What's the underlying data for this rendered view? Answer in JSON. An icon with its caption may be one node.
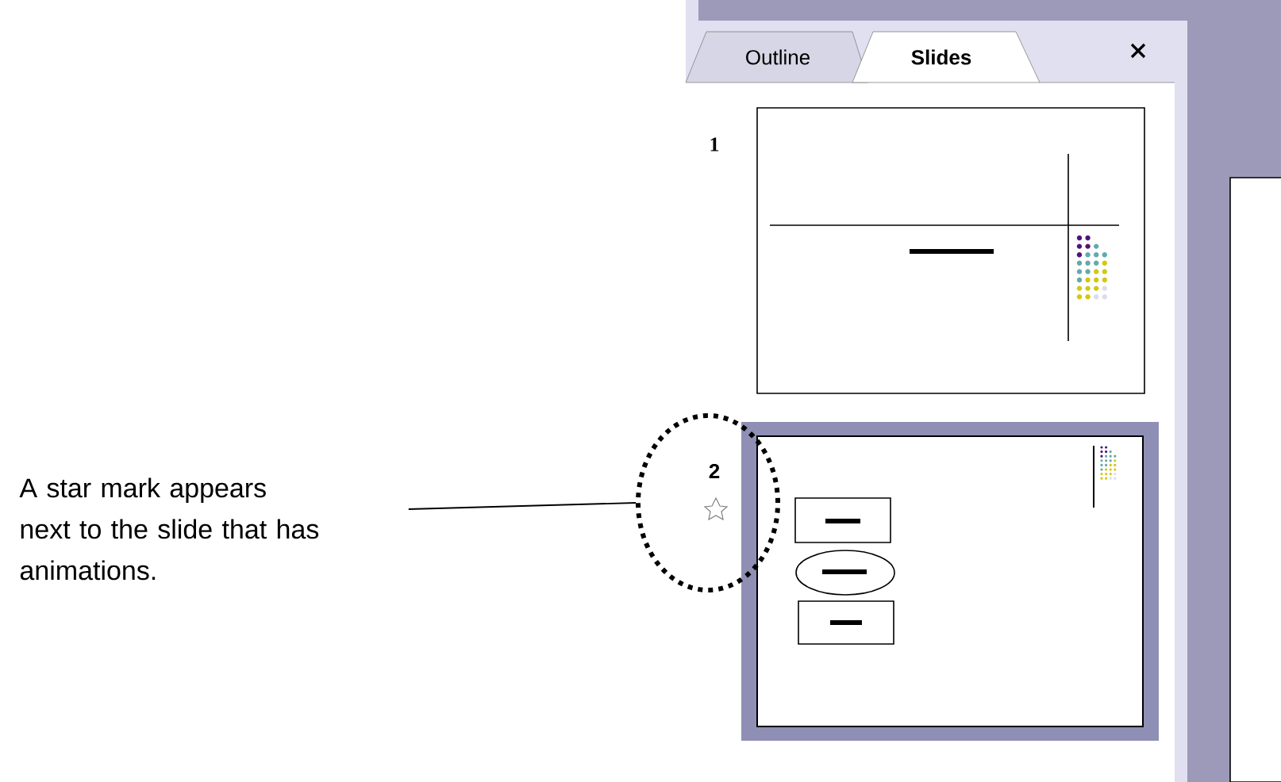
{
  "diagram": {
    "nodes": [
      {
        "text": [
          "A star mark appears next to the slide that has animations."
        ]
      },
      {
        "text": [],
        "shape": "circle"
      }
    ],
    "edges": [
      {
        "from": 0,
        "to": 1,
        "arrow": "none"
      }
    ],
    "labels": [
      "Outline",
      "Slides",
      "1",
      "2"
    ]
  }
}
